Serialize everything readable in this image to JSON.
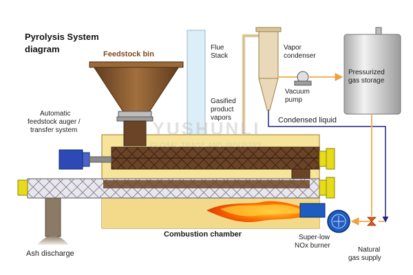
{
  "title": {
    "line1": "Pyrolysis System",
    "line2": "diagram"
  },
  "labels": {
    "feedstock_bin": "Feedstock bin",
    "flue_stack_1": "Flue",
    "flue_stack_2": "Stack",
    "vapor_condenser_1": "Vapor",
    "vapor_condenser_2": "condenser",
    "vacuum_pump_1": "Vacuum",
    "vacuum_pump_2": "pump",
    "pressurized_storage_1": "Pressurized",
    "pressurized_storage_2": "gas storage",
    "gasified_vapors_1": "Gasified",
    "gasified_vapors_2": "product",
    "gasified_vapors_3": "vapors",
    "condensed_liquid": "Condensed liquid",
    "auger_1": "Automatic",
    "auger_2": "feedstock auger /",
    "auger_3": "transfer system",
    "combustion_chamber": "Combustion chamber",
    "burner_1": "Super-low",
    "burner_2": "NOx burner",
    "natural_gas_1": "Natural",
    "natural_gas_2": "gas supply",
    "ash_discharge": "Ash discharge"
  },
  "watermark": {
    "line1": "YUSHUNLI",
    "line2": "GLOBAL TRADE AND INDUSTRY"
  },
  "colors": {
    "furnace": "#f6e49a",
    "furnace_edge": "#b08a3a",
    "hopper": "#8a5a2e",
    "auger_fill": "#6b4326",
    "retort_fill": "#e9e7ee",
    "flue": "#dceef8",
    "condenser": "#e9d9b8",
    "storage_tank": "#d6d6d6",
    "pipe_orange": "#f0b35a",
    "pipe_blue": "#27237a",
    "motor": "#2c49b5",
    "end_caps": "#e6dc1c",
    "flame": "#ff6a00",
    "burner": "#1e5cc0"
  }
}
